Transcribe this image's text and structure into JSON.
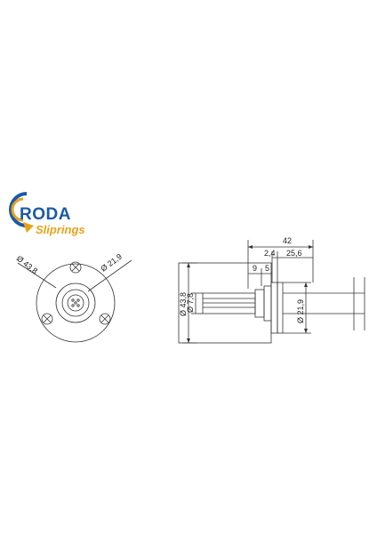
{
  "logo": {
    "brand_main": "RODA",
    "brand_sub": "Sliprings",
    "colors": {
      "blue": "#1a5aa8",
      "orange": "#e8a21a"
    }
  },
  "front_view": {
    "outer_diameter_label": "Ø 43,8",
    "bore_diameter_label": "Ø 21,9"
  },
  "side_view": {
    "overall_length_label": "42",
    "flange_thickness_label": "2,4",
    "body_length_label": "25,6",
    "shaft_segment_1_label": "9",
    "shaft_segment_2_label": "5",
    "outer_diameter_label": "Ø 43,8",
    "shaft_diameter_label": "Ø 7,8",
    "body_diameter_label": "Ø 21,9"
  },
  "line_color": "#333333"
}
